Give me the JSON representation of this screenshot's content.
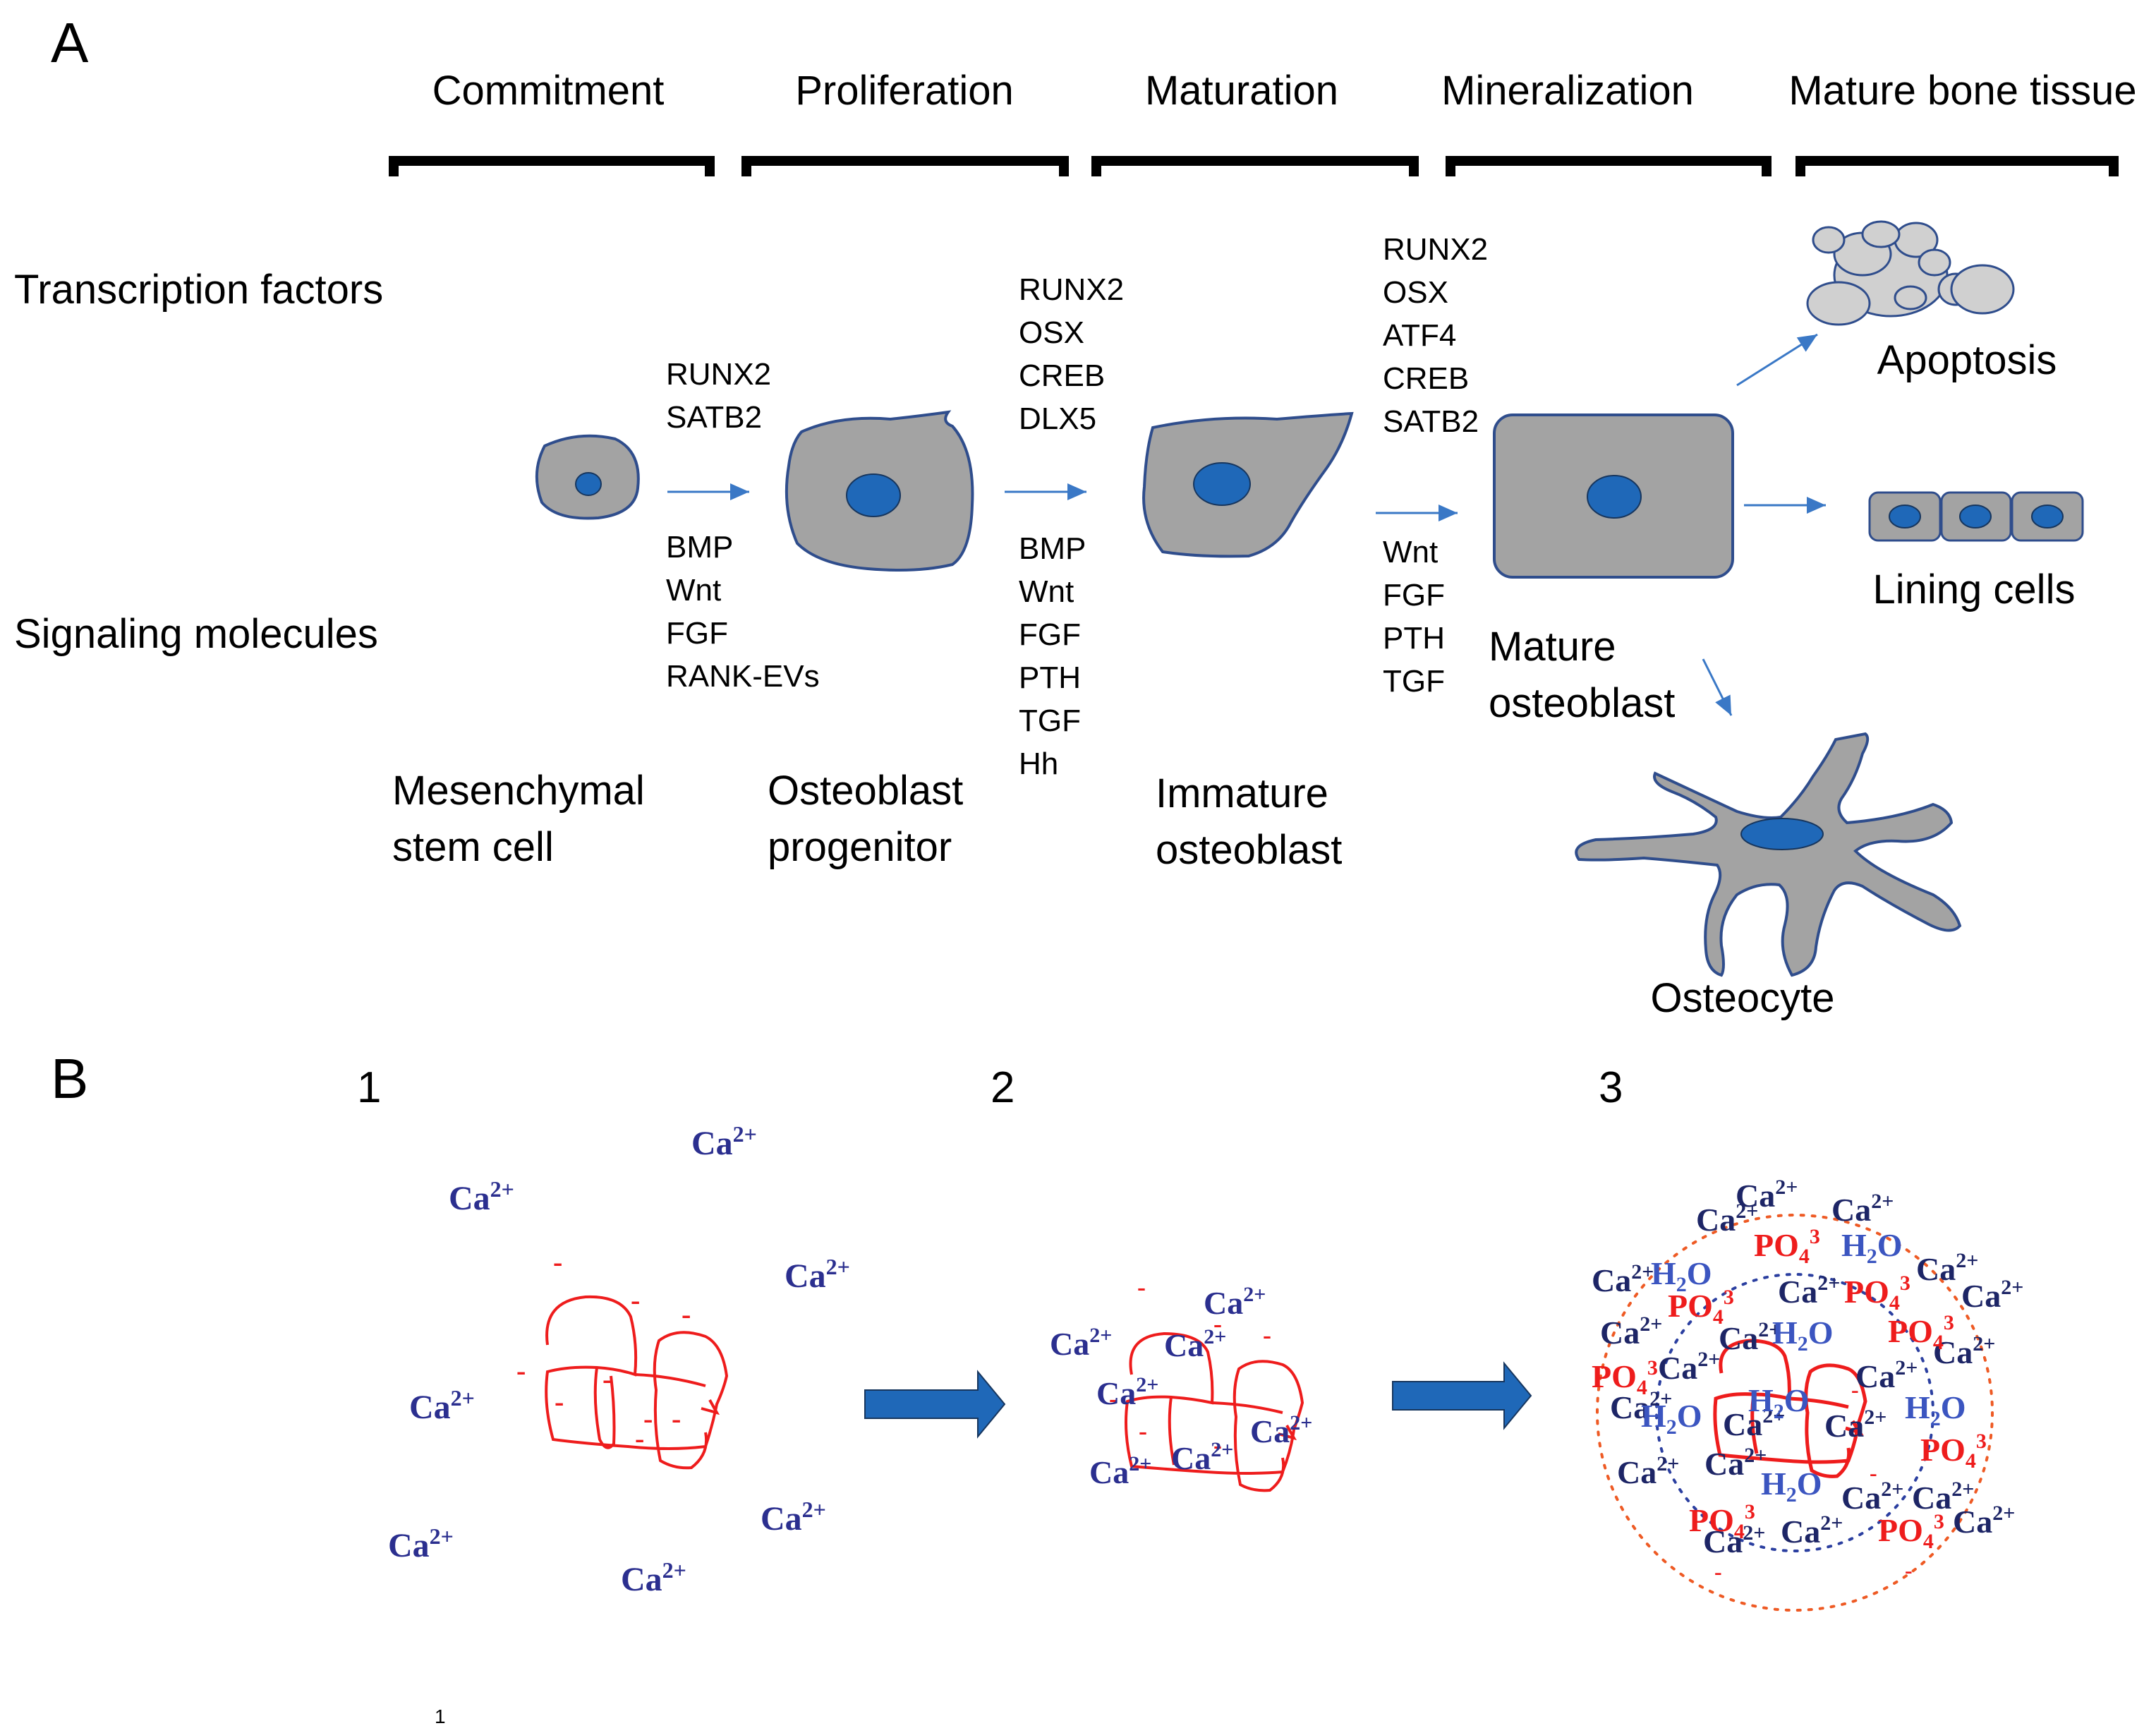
{
  "panel_a": {
    "letter": "A",
    "stages": [
      "Commitment",
      "Proliferation",
      "Maturation",
      "Mineralization",
      "Mature bone tissue"
    ],
    "row_labels": {
      "transcription": "Transcription factors",
      "signaling": "Signaling molecules"
    },
    "cells": {
      "msc": [
        "Mesenchymal",
        "stem cell"
      ],
      "progenitor": [
        "Osteoblast",
        "progenitor"
      ],
      "immature": [
        "Immature",
        "osteoblast"
      ],
      "mature": [
        "Mature",
        "osteoblast"
      ],
      "apoptosis": "Apoptosis",
      "lining": "Lining cells",
      "osteocyte": "Osteocyte"
    },
    "factors": {
      "tf1": [
        "RUNX2",
        "SATB2"
      ],
      "sig1": [
        "BMP",
        "Wnt",
        "FGF",
        "RANK-EVs"
      ],
      "tf2": [
        "RUNX2",
        "OSX",
        "CREB",
        "DLX5"
      ],
      "sig2": [
        "BMP",
        "Wnt",
        "FGF",
        "PTH",
        "TGF",
        "Hh"
      ],
      "tf3": [
        "RUNX2",
        "OSX",
        "ATF4",
        "CREB",
        "SATB2"
      ],
      "sig3": [
        "Wnt",
        "FGF",
        "PTH",
        "TGF"
      ]
    },
    "colors": {
      "cell_fill": "#a3a3a3",
      "cell_stroke": "#2f4d8c",
      "nucleus": "#1f68b8",
      "arrow": "#3a78c6"
    }
  },
  "panel_b": {
    "letter": "B",
    "steps": [
      "1",
      "2",
      "3"
    ],
    "ion": {
      "ca": "Ca",
      "ca_charge": "2+",
      "water": "H",
      "water_sub": "2",
      "water_end": "O",
      "phosphate": "PO",
      "phosphate_sub": "4",
      "phosphate_charge": "3",
      "minus": "-"
    },
    "colors": {
      "ion_blue": "#2b2f8f",
      "ion_navy": "#1d2566",
      "water_blue": "#3b55c0",
      "red": "#ee1c1c",
      "arrow": "#1f68b8"
    }
  },
  "footnote": "1"
}
